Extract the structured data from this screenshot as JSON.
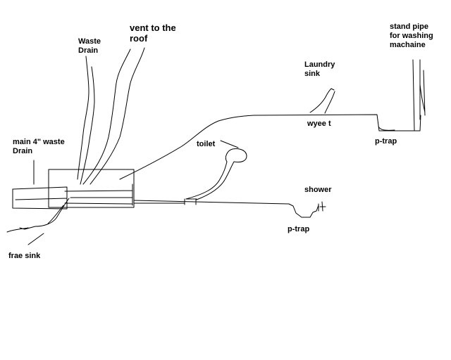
{
  "diagram": {
    "labels": {
      "vent_to_roof": "vent to the\nroof",
      "waste_drain": "Waste\nDrain",
      "stand_pipe": "stand pipe\nfor washing\nmachaine",
      "laundry_sink": "Laundry\nsink",
      "wyee_t": "wyee t",
      "p_trap_upper": "p-trap",
      "main_drain": "main 4\" waste\nDrain",
      "toilet": "toilet",
      "shower": "shower",
      "p_trap_lower": "p-trap",
      "frae_sink": "frae sink"
    },
    "colors": {
      "ink": "#000000",
      "background": "#ffffff"
    }
  }
}
